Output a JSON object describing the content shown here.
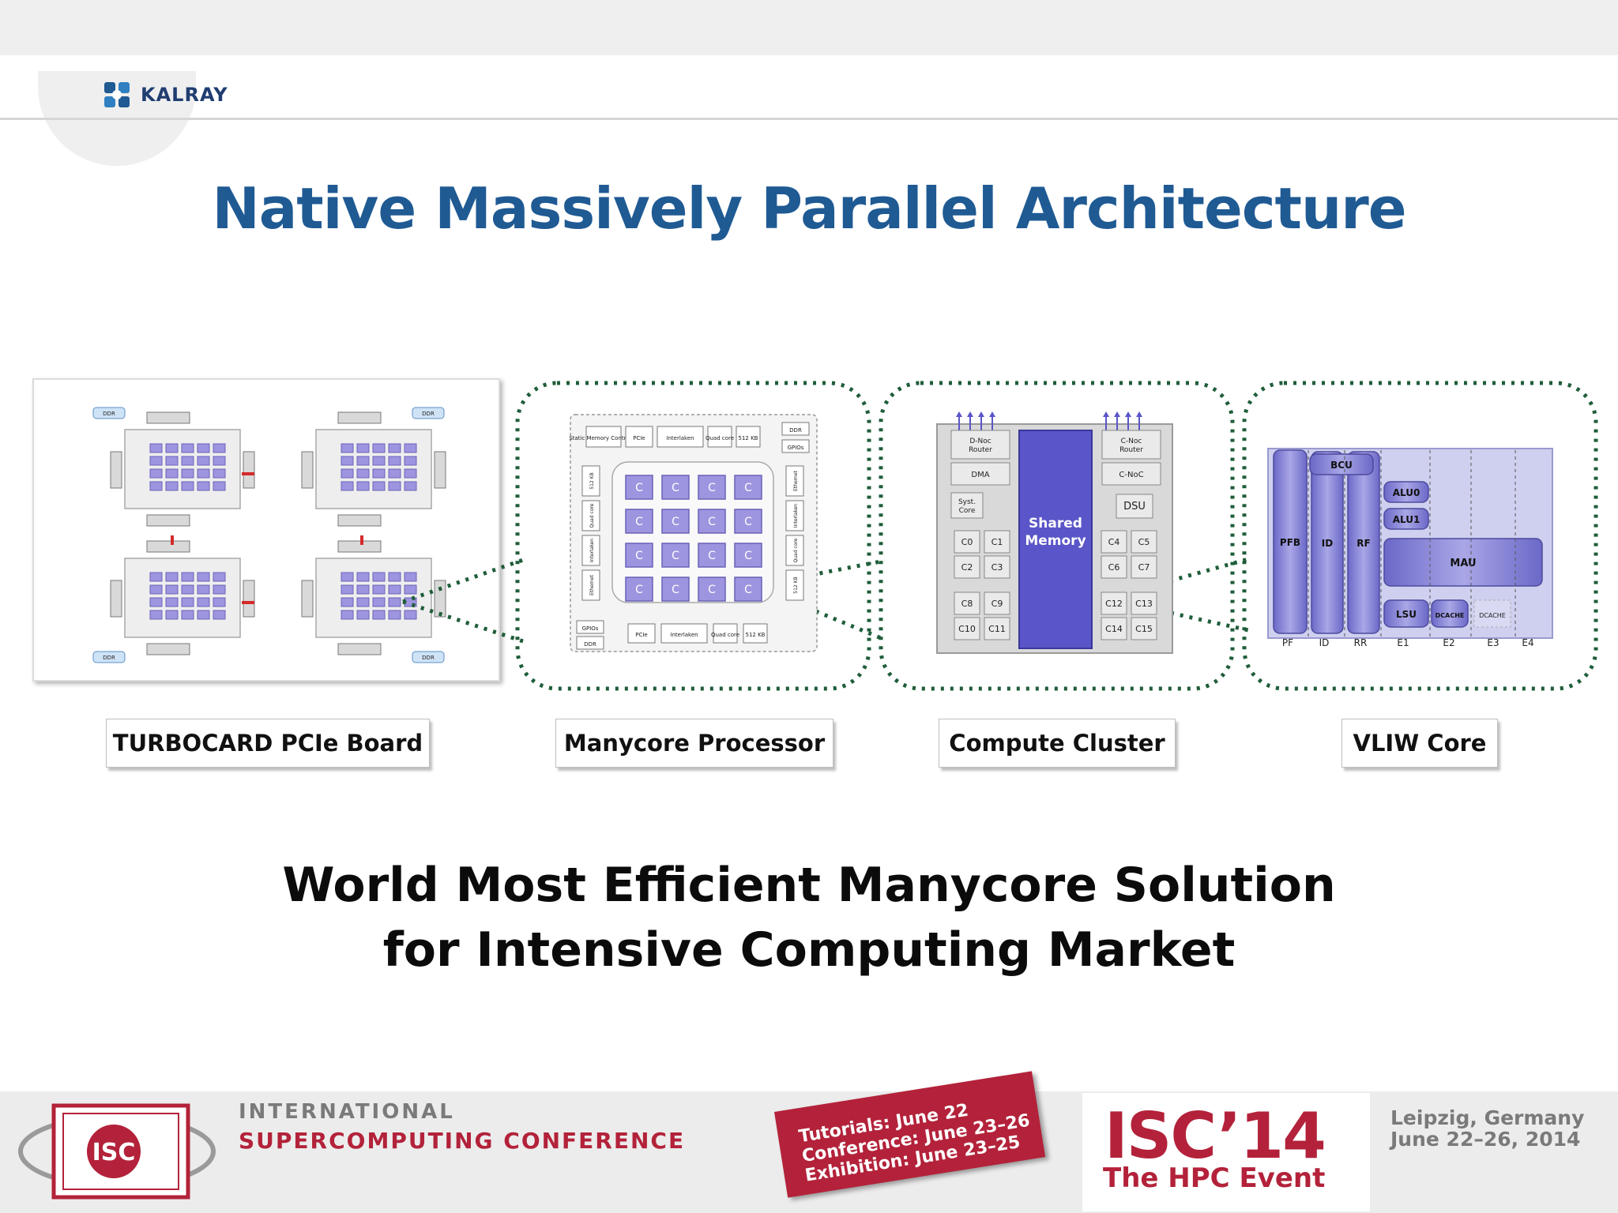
{
  "header": {
    "logo_text": "KALRAY"
  },
  "title": "Native Massively Parallel Architecture",
  "panels": [
    {
      "label": "TURBOCARD PCIe Board"
    },
    {
      "label": "Manycore Processor"
    },
    {
      "label": "Compute Cluster"
    },
    {
      "label": "VLIW Core"
    }
  ],
  "board": {
    "ddr": "DDR"
  },
  "processor": {
    "top_blocks": [
      "Static Memory Controller",
      "PCIe",
      "Interlaken",
      "Quad core",
      "512 KB"
    ],
    "right_top": [
      "DDR",
      "GPIOs"
    ],
    "left_blocks": [
      "512 KB",
      "Quad core",
      "Interlaken",
      "Ethernet"
    ],
    "right_blocks": [
      "Ethernet",
      "Interlaken",
      "Quad core",
      "512 KB"
    ],
    "bottom_blocks": [
      "PCIe",
      "Interlaken",
      "Quad core",
      "512 KB"
    ],
    "left_bottom": [
      "GPIOs",
      "DDR"
    ],
    "core_label": "C"
  },
  "cluster": {
    "dnoc": "D-Noc Router",
    "dma": "DMA",
    "syst": "Syst. Core",
    "cnoc_router": "C-Noc Router",
    "cnoc": "C-NoC",
    "dsu": "DSU",
    "shared_memory": "Shared Memory",
    "cores_left": [
      "C0",
      "C1",
      "C2",
      "C3",
      "C8",
      "C9",
      "C10",
      "C11"
    ],
    "cores_right": [
      "C4",
      "C5",
      "C6",
      "C7",
      "C12",
      "C13",
      "C14",
      "C15"
    ]
  },
  "vliw": {
    "pfb": "PFB",
    "bcu": "BCU",
    "id": "ID",
    "rf": "RF",
    "alu0": "ALU0",
    "alu1": "ALU1",
    "mau": "MAU",
    "lsu": "LSU",
    "dcache": "DCACHE",
    "stages": [
      "PF",
      "ID",
      "RR",
      "E1",
      "E2",
      "E3",
      "E4"
    ]
  },
  "subtitle_line1": "World Most Efficient Manycore Solution",
  "subtitle_line2": "for Intensive Computing Market",
  "banner": {
    "isc_logo": "ISC",
    "international": "INTERNATIONAL",
    "conference": "SUPERCOMPUTING CONFERENCE",
    "tutorials": "Tutorials: June 22",
    "conference_dates": "Conference: June 23–26",
    "exhibition": "Exhibition: June 23–25",
    "isc14": "ISC’14",
    "hpc_event": "The HPC Event",
    "location": "Leipzig, Germany",
    "dates": "June 22–26, 2014"
  },
  "colors": {
    "title": "#1f5a93",
    "core": "#9d95df",
    "banner_red": "#b3223a",
    "dotted": "#1f5d3a"
  }
}
